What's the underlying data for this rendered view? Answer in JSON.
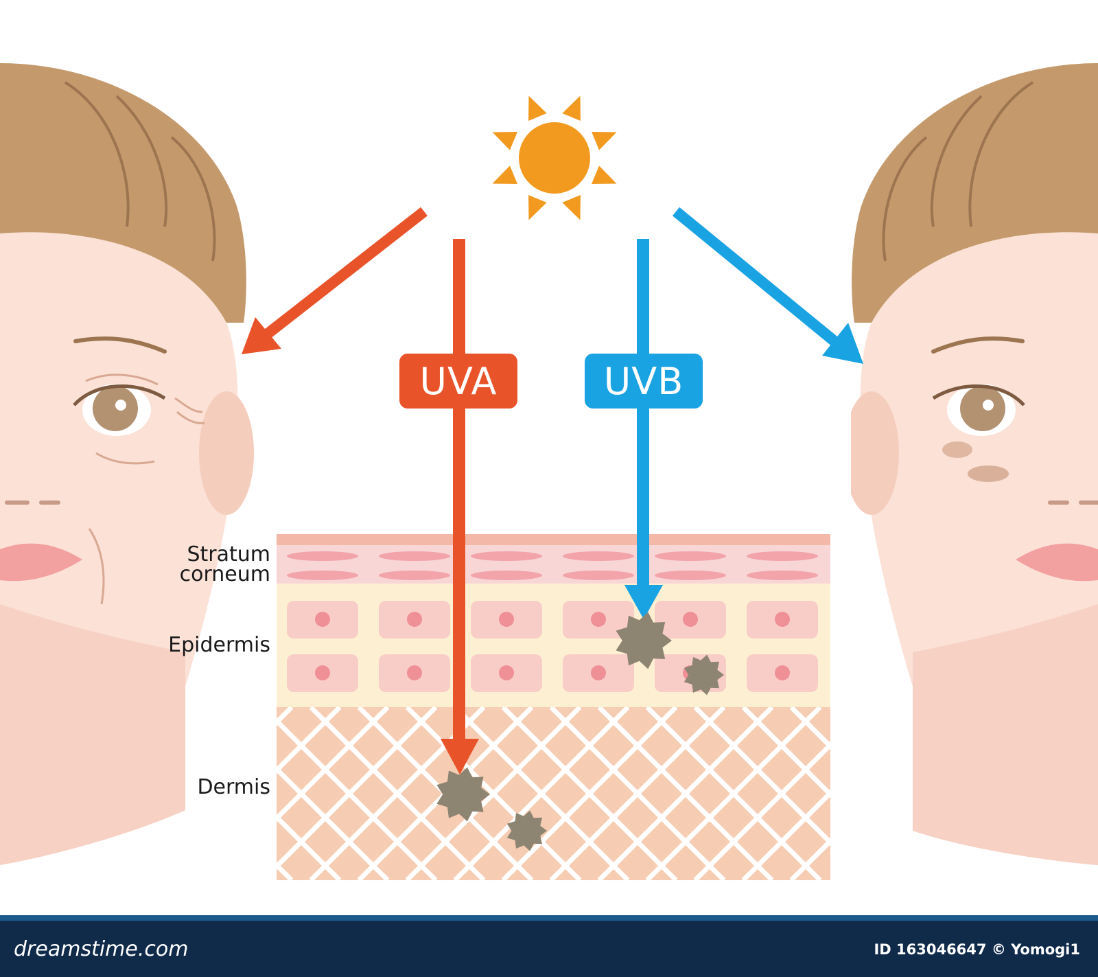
{
  "labels": {
    "uva": "UVA",
    "uvb": "UVB",
    "stratum_corneum_line1": "Stratum",
    "stratum_corneum_line2": "corneum",
    "epidermis": "Epidermis",
    "dermis": "Dermis"
  },
  "footer": {
    "brand": "dreamstime.com",
    "credit": "ID 163046647 © Yomogi1"
  },
  "colors": {
    "uva": "#e8532a",
    "uvb": "#1aa3e3",
    "sun": "#f29a20",
    "hair": "#c49a6c",
    "skin": "#fbe1d6",
    "melanin": "#8e8472",
    "stratum_corneum": "#f8d6d6",
    "epidermis": "#fdf0d2",
    "dermis": "#f6cdb3",
    "footer": "#102a4a"
  },
  "icons": [
    "sun-icon",
    "melanin-granule-icon"
  ]
}
